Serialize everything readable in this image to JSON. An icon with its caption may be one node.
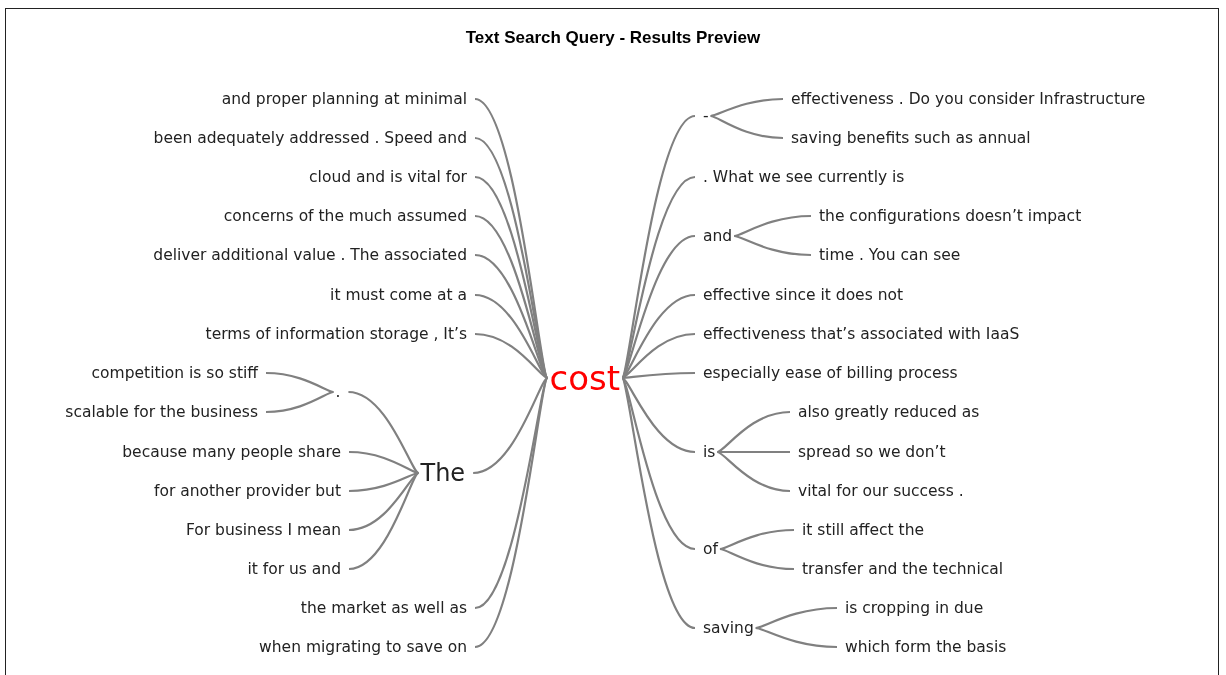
{
  "diagram": {
    "title": "Text Search Query - Results Preview",
    "nodes": [
      {
        "text": [
          "cost"
        ]
      },
      {
        "text": [
          "and proper planning at minimal"
        ]
      },
      {
        "text": [
          "been adequately addressed . Speed and"
        ]
      },
      {
        "text": [
          "cloud and is vital for"
        ]
      },
      {
        "text": [
          "concerns of the much assumed"
        ]
      },
      {
        "text": [
          "deliver additional value . The associated"
        ]
      },
      {
        "text": [
          "it must come at a"
        ]
      },
      {
        "text": [
          "terms of information storage , It’s"
        ]
      },
      {
        "text": [
          "competition is so stiff"
        ]
      },
      {
        "text": [
          "scalable for the business"
        ]
      },
      {
        "text": [
          "."
        ]
      },
      {
        "text": [
          "because many people share"
        ]
      },
      {
        "text": [
          "for another provider but"
        ]
      },
      {
        "text": [
          "For business I mean"
        ]
      },
      {
        "text": [
          "it for us and"
        ]
      },
      {
        "text": [
          "The"
        ]
      },
      {
        "text": [
          "the market as well as"
        ]
      },
      {
        "text": [
          "when migrating to save on"
        ]
      },
      {
        "text": [
          "-"
        ]
      },
      {
        "text": [
          "effectiveness . Do you consider Infrastructure"
        ]
      },
      {
        "text": [
          "saving benefits such as annual"
        ]
      },
      {
        "text": [
          ". What we see currently is"
        ]
      },
      {
        "text": [
          "and"
        ]
      },
      {
        "text": [
          "the configurations doesn’t impact"
        ]
      },
      {
        "text": [
          "time . You can see"
        ]
      },
      {
        "text": [
          "effective since it does not"
        ]
      },
      {
        "text": [
          "effectiveness that’s associated with IaaS"
        ]
      },
      {
        "text": [
          "especially ease of billing process"
        ]
      },
      {
        "text": [
          "is"
        ]
      },
      {
        "text": [
          "also greatly reduced as"
        ]
      },
      {
        "text": [
          "spread so we don’t"
        ]
      },
      {
        "text": [
          "vital for our success ."
        ]
      },
      {
        "text": [
          "of"
        ]
      },
      {
        "text": [
          "it still affect the"
        ]
      },
      {
        "text": [
          "transfer and the technical"
        ]
      },
      {
        "text": [
          "saving"
        ]
      },
      {
        "text": [
          "is cropping in due"
        ]
      },
      {
        "text": [
          "which form the basis"
        ]
      }
    ],
    "edges": [
      {
        "from": 0,
        "to": 1,
        "arrow": "none"
      },
      {
        "from": 0,
        "to": 2,
        "arrow": "none"
      },
      {
        "from": 0,
        "to": 3,
        "arrow": "none"
      },
      {
        "from": 0,
        "to": 4,
        "arrow": "none"
      },
      {
        "from": 0,
        "to": 5,
        "arrow": "none"
      },
      {
        "from": 0,
        "to": 6,
        "arrow": "none"
      },
      {
        "from": 0,
        "to": 7,
        "arrow": "none"
      },
      {
        "from": 10,
        "to": 8,
        "arrow": "none"
      },
      {
        "from": 10,
        "to": 9,
        "arrow": "none"
      },
      {
        "from": 15,
        "to": 10,
        "arrow": "none"
      },
      {
        "from": 15,
        "to": 11,
        "arrow": "none"
      },
      {
        "from": 15,
        "to": 12,
        "arrow": "none"
      },
      {
        "from": 15,
        "to": 13,
        "arrow": "none"
      },
      {
        "from": 15,
        "to": 14,
        "arrow": "none"
      },
      {
        "from": 0,
        "to": 15,
        "arrow": "none"
      },
      {
        "from": 0,
        "to": 16,
        "arrow": "none"
      },
      {
        "from": 0,
        "to": 17,
        "arrow": "none"
      },
      {
        "from": 0,
        "to": 18,
        "arrow": "none"
      },
      {
        "from": 18,
        "to": 19,
        "arrow": "none"
      },
      {
        "from": 18,
        "to": 20,
        "arrow": "none"
      },
      {
        "from": 0,
        "to": 21,
        "arrow": "none"
      },
      {
        "from": 0,
        "to": 22,
        "arrow": "none"
      },
      {
        "from": 22,
        "to": 23,
        "arrow": "none"
      },
      {
        "from": 22,
        "to": 24,
        "arrow": "none"
      },
      {
        "from": 0,
        "to": 25,
        "arrow": "none"
      },
      {
        "from": 0,
        "to": 26,
        "arrow": "none"
      },
      {
        "from": 0,
        "to": 27,
        "arrow": "none"
      },
      {
        "from": 0,
        "to": 28,
        "arrow": "none"
      },
      {
        "from": 28,
        "to": 29,
        "arrow": "none"
      },
      {
        "from": 28,
        "to": 30,
        "arrow": "none"
      },
      {
        "from": 28,
        "to": 31,
        "arrow": "none"
      },
      {
        "from": 0,
        "to": 32,
        "arrow": "none"
      },
      {
        "from": 32,
        "to": 33,
        "arrow": "none"
      },
      {
        "from": 32,
        "to": 34,
        "arrow": "none"
      },
      {
        "from": 0,
        "to": 35,
        "arrow": "none"
      },
      {
        "from": 35,
        "to": 36,
        "arrow": "none"
      },
      {
        "from": 35,
        "to": 37,
        "arrow": "none"
      }
    ]
  }
}
